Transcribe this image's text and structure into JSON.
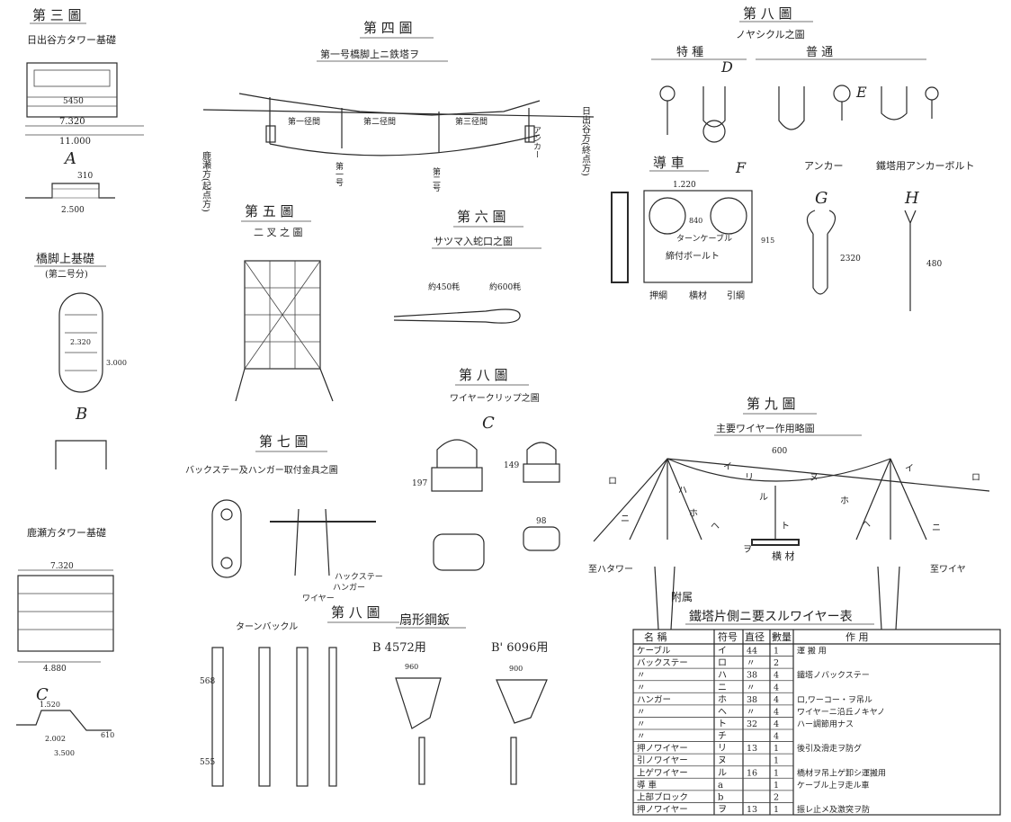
{
  "sheet": {
    "fig3": {
      "title": "第 三 圖",
      "subtitle": "日出谷方タワー基礎",
      "dims": [
        "5450",
        "7.320",
        "11.000"
      ],
      "letter_a": "A",
      "a_dims": [
        "310",
        "2.500"
      ],
      "pier_title": "橋脚上基礎",
      "pier_sub": "(第二号分)",
      "pier_dims": [
        "2.320",
        "3.000"
      ],
      "letter_b": "B",
      "kase_title": "鹿瀬方タワー基礎",
      "kase_dims": [
        "7.320",
        "4.880"
      ],
      "letter_c": "C",
      "c_dims": [
        "1.520",
        "2.002",
        "3.500",
        "610"
      ]
    },
    "fig4": {
      "title": "第 四 圖",
      "subtitle": "第一号橋脚上ニ鉄塔ヲ",
      "labels": [
        "鹿瀬方(起点方)",
        "日出谷方(終点方)",
        "第一径間",
        "第二径間",
        "第三径間",
        "第一号",
        "第二号",
        "アンカー"
      ]
    },
    "fig5": {
      "title": "第 五 圖",
      "subtitle": "二 叉 之 圖"
    },
    "fig6": {
      "title": "第 六 圖",
      "subtitle": "サツマ入蛇口之圖",
      "dim_a": "約450粍",
      "dim_b": "約600粍"
    },
    "fig7": {
      "title": "第 七 圖",
      "subtitle": "バックステー及ハンガー取付金具之圖",
      "labels": [
        "ハンガー",
        "ワイヤー",
        "ハックステー"
      ]
    },
    "fig8": {
      "title": "第 八 圖",
      "subtitle": "ノヤシクル之圖",
      "special": "特 種",
      "ordinary": "普 通",
      "letter_d": "D",
      "letter_e": "E",
      "pulley_title": "導 車",
      "letter_f": "F",
      "pulley_dims": [
        "1.220",
        "840",
        "915"
      ],
      "pulley_labels": [
        "ターンケーブル",
        "締付ボールト",
        "押綱",
        "横材",
        "引綱"
      ],
      "anchor_title": "アンカー",
      "letter_g": "G",
      "anchor_dim": "2320",
      "bolt_title": "鐵塔用アンカーボルト",
      "letter_h": "H",
      "bolt_dim": "480"
    },
    "fig8b": {
      "title": "第 八 圖",
      "subtitle": "ワイヤークリップ之圖",
      "letter_c": "C",
      "dims": [
        "197",
        "149",
        "98"
      ]
    },
    "fig8c": {
      "title": "第 八 圖",
      "turnbuckle": "ターンバックル",
      "plate_title": "扇形鋼鈑",
      "plate_b": "B 4572用",
      "plate_b2": "B' 6096用",
      "dims": [
        "568",
        "555",
        "960",
        "900"
      ]
    },
    "fig9": {
      "title": "第 九 圖",
      "subtitle": "主要ワイヤー作用略圖",
      "span": "600",
      "left_label": "至ハタワー",
      "right_label": "至ワイヤ",
      "center_label": "横 材",
      "letters": [
        "ロ",
        "ニ",
        "ホ",
        "ヘ",
        "イ",
        "リ",
        "ヌ",
        "ル",
        "ハ",
        "ト",
        "ヘ",
        "ホ",
        "ニ",
        "イ",
        "ロ",
        "ヲ"
      ]
    },
    "table": {
      "attached": "附属",
      "title": "鐵塔片側ニ要スルワイヤー表",
      "headers": [
        "名 稱",
        "符号",
        "直径",
        "數量",
        "作 用"
      ],
      "rows": [
        [
          "ケーブル",
          "イ",
          "44",
          "1",
          "運 搬 用"
        ],
        [
          "バックステー",
          "ロ",
          "〃",
          "2",
          ""
        ],
        [
          "〃",
          "ハ",
          "38",
          "4",
          "鐵塔ノバックステー"
        ],
        [
          "〃",
          "ニ",
          "〃",
          "4",
          ""
        ],
        [
          "ハンガー",
          "ホ",
          "38",
          "4",
          "ロ,ワーコー・ヲ吊ル"
        ],
        [
          "〃",
          "ヘ",
          "〃",
          "4",
          "ワイヤーニ沿丘ノキヤノ"
        ],
        [
          "〃",
          "ト",
          "32",
          "4",
          "ハー調節用ナス"
        ],
        [
          "〃",
          "チ",
          "",
          "4",
          ""
        ],
        [
          "押ノワイヤー",
          "リ",
          "13",
          "1",
          "後引及滑走ヲ防グ"
        ],
        [
          "引ノワイヤー",
          "ヌ",
          "",
          "1",
          ""
        ],
        [
          "上ゲワイヤー",
          "ル",
          "16",
          "1",
          "橋材ヲ吊上ゲ卸シ運搬用"
        ],
        [
          "導 車",
          "a",
          "",
          "1",
          "ケーブル上ヲ走ル車"
        ],
        [
          "上部ブロック",
          "b",
          "",
          "2",
          ""
        ],
        [
          "押ノワイヤー",
          "ヲ",
          "13",
          "1",
          "振レ止メ及激突ヲ防"
        ]
      ]
    }
  }
}
